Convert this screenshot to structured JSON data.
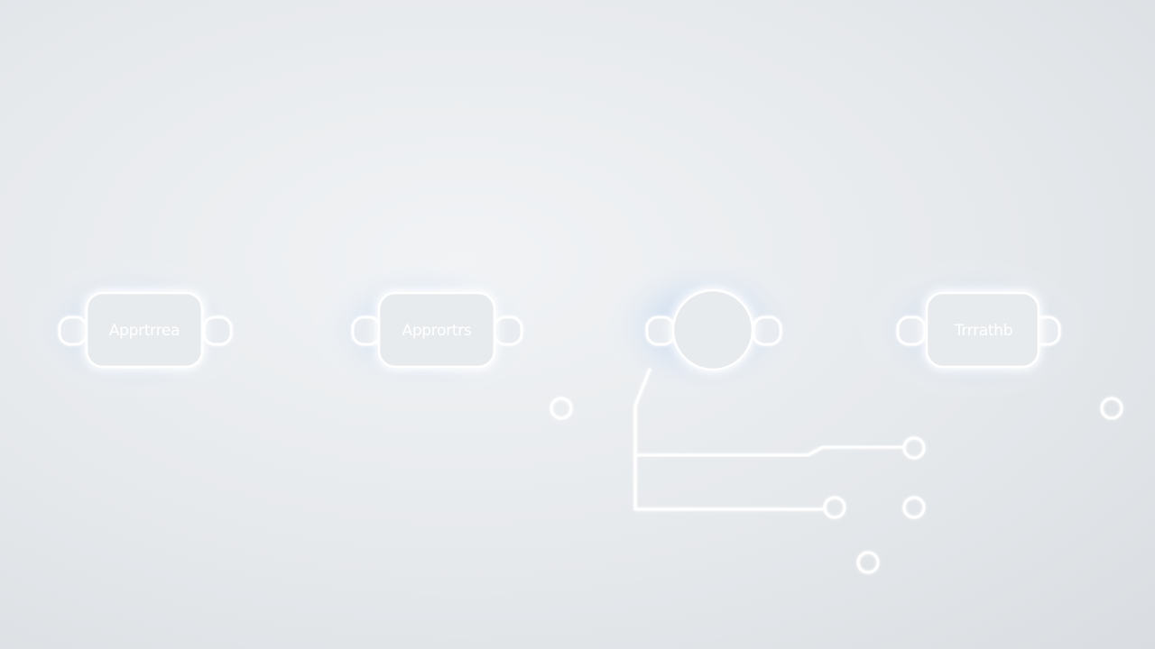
{
  "nodes": [
    {
      "id": "n1",
      "label": "Apprtrrea",
      "shape": "rounded-rect"
    },
    {
      "id": "n2",
      "label": "Apprortrs",
      "shape": "rounded-rect"
    },
    {
      "id": "n3",
      "label": "",
      "shape": "circle"
    },
    {
      "id": "n4",
      "label": "Trrrathb",
      "shape": "rounded-rect"
    }
  ],
  "colors": {
    "background": "#e6e9ec",
    "line": "#ffffff",
    "glow": "#8fb6ea",
    "node_fill": "#e8ebee"
  }
}
